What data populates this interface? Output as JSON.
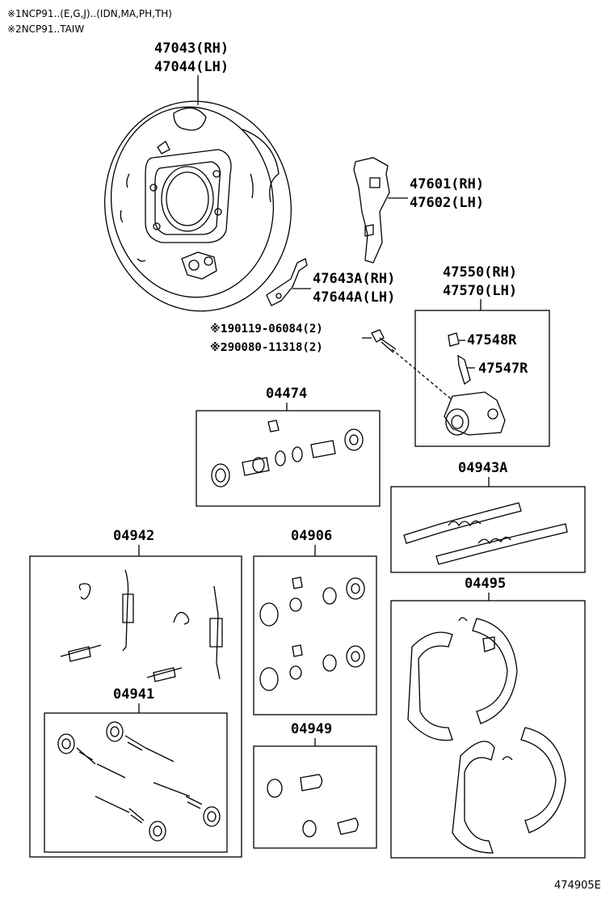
{
  "notes": [
    {
      "mark": "※1",
      "text": "NCP91..(E,G,J)..(IDN,MA,PH,TH)"
    },
    {
      "mark": "※2",
      "text": "NCP91..TAIW"
    }
  ],
  "parts": {
    "backing_plate": {
      "rh": "47043(RH)",
      "lh": "47044(LH)"
    },
    "lever": {
      "rh": "47601(RH)",
      "lh": "47602(LH)"
    },
    "strut": {
      "rh": "47643A(RH)",
      "lh": "47644A(LH)"
    },
    "cylinder": {
      "rh": "47550(RH)",
      "lh": "47570(LH)"
    },
    "cap": "47548R",
    "bleeder": "47547R",
    "bolt1": {
      "mark": "※1",
      "text": "90119-06084(2)"
    },
    "bolt2": {
      "mark": "※2",
      "text": "90080-11318(2)"
    },
    "kit_04474": "04474",
    "kit_04943A": "04943A",
    "kit_04942": "04942",
    "kit_04906": "04906",
    "kit_04495": "04495",
    "kit_04941": "04941",
    "kit_04949": "04949"
  },
  "diagram_code": "474905E"
}
